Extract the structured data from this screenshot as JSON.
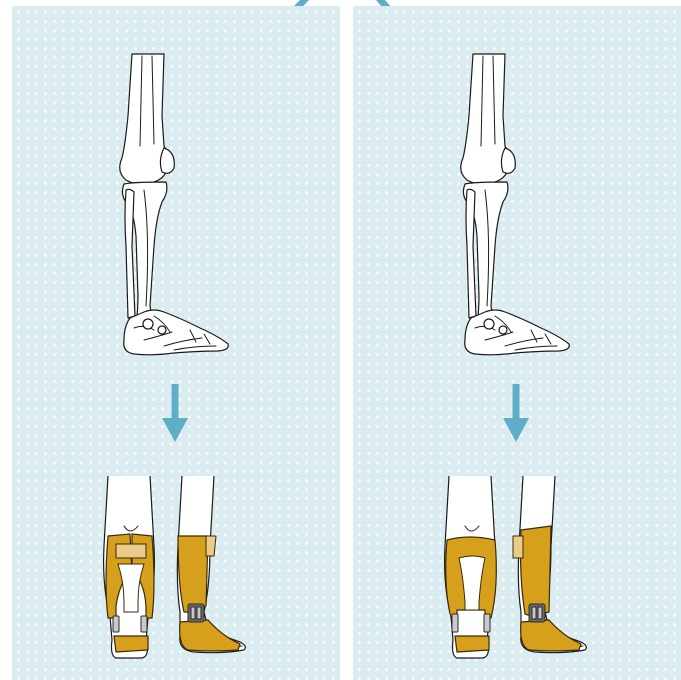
{
  "figure": {
    "colors": {
      "panel_background": "#dbecf1",
      "dot_pattern": "#ffffff",
      "arrow": "#5faec7",
      "orthosis": "#d6a01d",
      "padding": "#eacb8a",
      "bone_outline": "#1a1a1a"
    },
    "panels": [
      {
        "side": "left",
        "stages": [
          "leg-skeleton-lateral-view",
          "down-arrow",
          "legs-with-short-ankle-orthosis"
        ]
      },
      {
        "side": "right",
        "stages": [
          "leg-skeleton-lateral-view",
          "down-arrow",
          "legs-with-long-ankle-orthosis"
        ]
      }
    ],
    "icons": [
      "arrow-down-left-icon",
      "arrow-down-right-icon",
      "arrow-down-icon"
    ]
  }
}
